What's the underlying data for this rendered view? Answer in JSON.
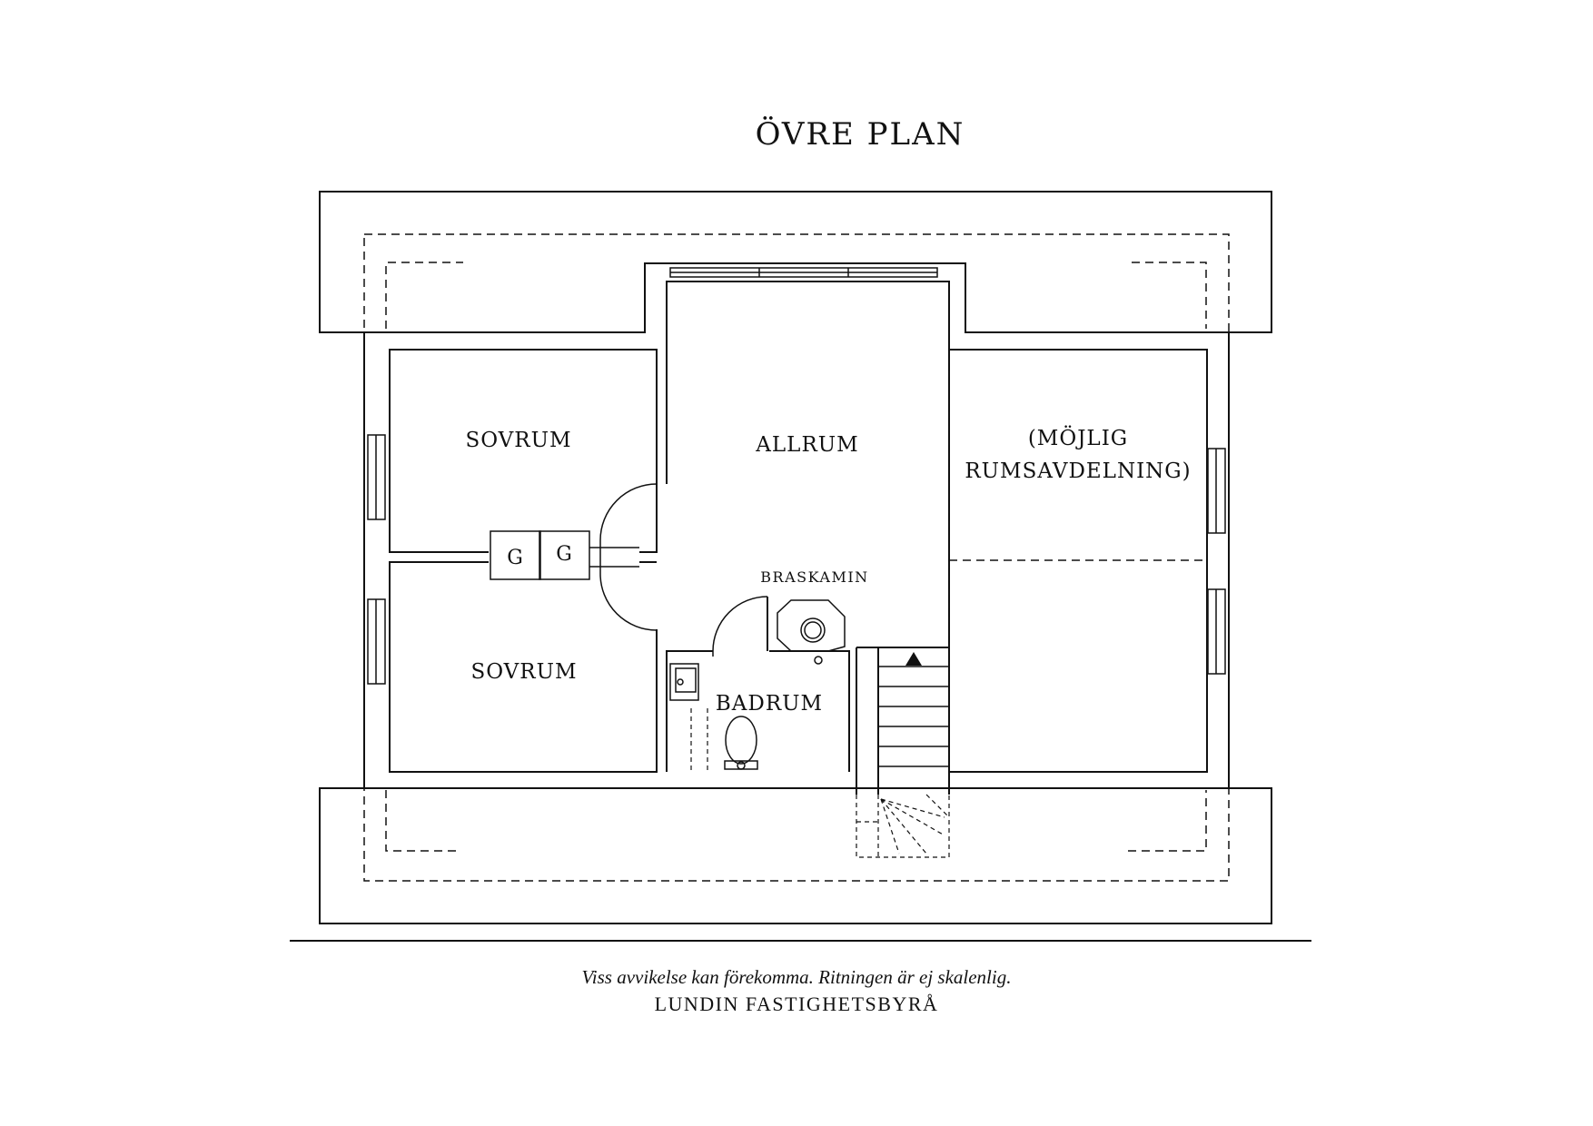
{
  "title": "ÖVRE PLAN",
  "rooms": {
    "sovrum_top": "SOVRUM",
    "sovrum_bottom": "SOVRUM",
    "allrum": "ALLRUM",
    "mojlig_line1": "(MÖJLIG",
    "mojlig_line2": "RUMSAVDELNING)",
    "badrum": "BADRUM"
  },
  "fixtures": {
    "braskamin": "BRASKAMIN",
    "closet_left": "G",
    "closet_right": "G"
  },
  "footer": {
    "note": "Viss avvikelse kan förekomma. Ritningen är ej skalenlig.",
    "brand": "LUNDIN FASTIGHETSBYRÅ"
  }
}
